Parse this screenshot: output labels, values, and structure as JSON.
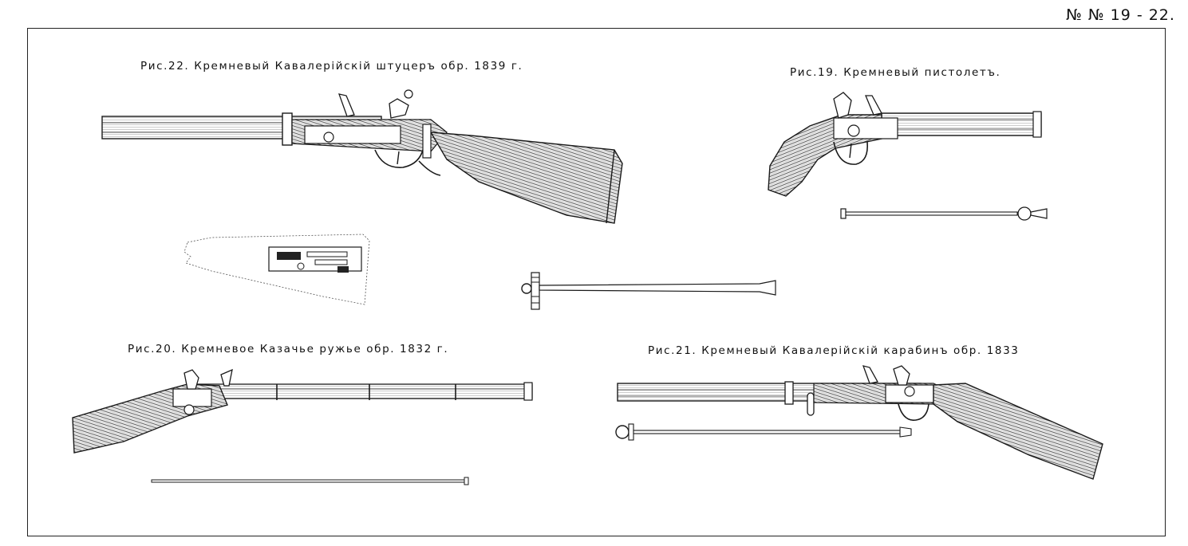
{
  "plate": {
    "number": "№ № 19 - 22."
  },
  "figures": {
    "fig22": {
      "caption": "Рис.22. Кремневый Кавалерiйскiй штуцеръ обр. 1839 г."
    },
    "fig19": {
      "caption": "Рис.19. Кремневый пистолетъ."
    },
    "fig20": {
      "caption": "Рис.20. Кремневое Казачье ружье обр. 1832 г."
    },
    "fig21": {
      "caption": "Рис.21. Кремневый Кавалерiйскiй карабинъ обр. 1833"
    }
  },
  "colors": {
    "ink": "#1a1a1a",
    "wood": "#6b6b6b",
    "paper": "#ffffff"
  }
}
